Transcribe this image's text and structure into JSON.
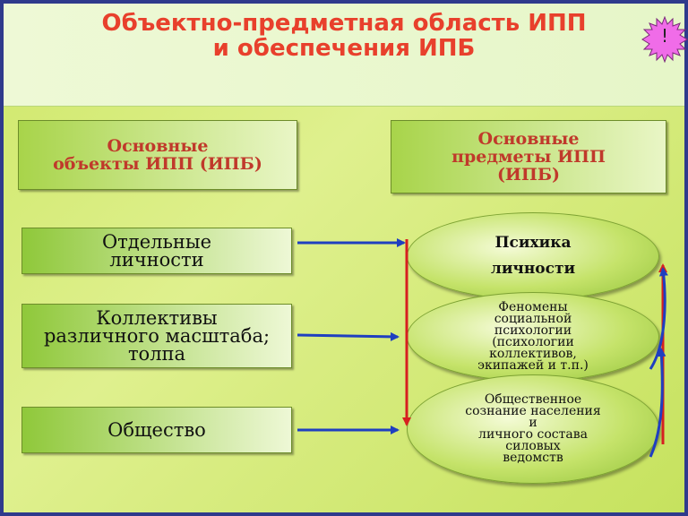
{
  "title": {
    "line1": "Объектно-предметная область ИПП",
    "line2": "и обеспечения ИПБ"
  },
  "badge": {
    "label": "!",
    "fill": "#f06ce8"
  },
  "left_header": {
    "line1": "Основные",
    "line2": "объекты ИПП (ИПБ)"
  },
  "right_header": {
    "line1": "Основные",
    "line2": "предметы ИПП",
    "line3": "(ИПБ)"
  },
  "objects": [
    {
      "line1": "Отдельные",
      "line2": "личности"
    },
    {
      "line1": "Коллективы",
      "line2": "различного масштаба;",
      "line3": "толпа"
    },
    {
      "line1": "Общество"
    }
  ],
  "subjects": [
    {
      "line1": "Психика",
      "line2": "личности"
    },
    {
      "line1": "Феномены",
      "line2": "социальной",
      "line3": "психологии",
      "line4": "(психологии",
      "line5": "коллективов,",
      "line6": "экипажей и т.п.)"
    },
    {
      "line1": "Общественное",
      "line2": "сознание населения",
      "line3": "и",
      "line4": "личного состава",
      "line5": "силовых",
      "line6": "ведомств"
    }
  ],
  "colors": {
    "title": "#e8402c",
    "header_text": "#c0392b",
    "arrow_blue": "#1f3fc0",
    "arrow_red": "#d62020"
  }
}
